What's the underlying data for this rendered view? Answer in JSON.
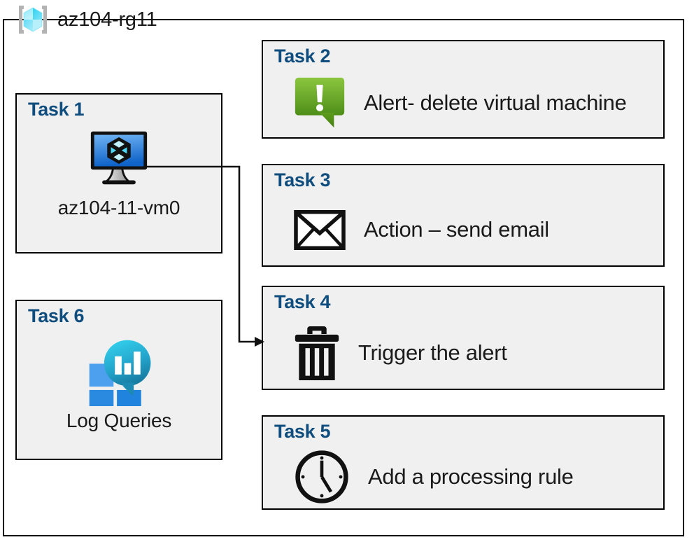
{
  "resource_group": {
    "icon": "azure-resource-group-cube-icon",
    "label": "az104-rg11"
  },
  "colors": {
    "task_title": "#0E4D7D",
    "card_fill": "#F0F0F0",
    "card_border": "#000000",
    "alert_green_light": "#83C23C",
    "alert_green_dark": "#5A9E1F",
    "log_blue_light": "#4CA0EE",
    "log_blue": "#2A8AE0",
    "log_cyan": "#2EC8E6",
    "log_teal": "#1A7FA8",
    "monitor_screen_light": "#5EA8F0",
    "monitor_screen_dark": "#1466C8",
    "rg_cube_cyan": "#36D3F0",
    "rg_bracket_gray": "#B3B3B3"
  },
  "cards": [
    {
      "id": "task1",
      "title": "Task 1",
      "label": "az104-11-vm0",
      "icon": "virtual-machine-monitor-icon",
      "layout": "vertical"
    },
    {
      "id": "task2",
      "title": "Task 2",
      "label": "Alert- delete virtual machine",
      "icon": "alert-exclamation-bubble-icon",
      "layout": "horizontal"
    },
    {
      "id": "task3",
      "title": "Task 3",
      "label": "Action – send email",
      "icon": "envelope-icon",
      "layout": "horizontal"
    },
    {
      "id": "task4",
      "title": "Task 4",
      "label": "Trigger the alert",
      "icon": "trash-can-icon",
      "layout": "horizontal"
    },
    {
      "id": "task5",
      "title": "Task 5",
      "label": "Add a processing rule",
      "icon": "clock-icon",
      "layout": "horizontal"
    },
    {
      "id": "task6",
      "title": "Task 6",
      "label": "Log Queries",
      "icon": "log-analytics-queries-icon",
      "layout": "vertical"
    }
  ],
  "connector": {
    "name": "vm-to-trigger-arrow",
    "from": "task1-virtual-machine-icon",
    "to": "task4-card",
    "arrowhead": "right"
  }
}
